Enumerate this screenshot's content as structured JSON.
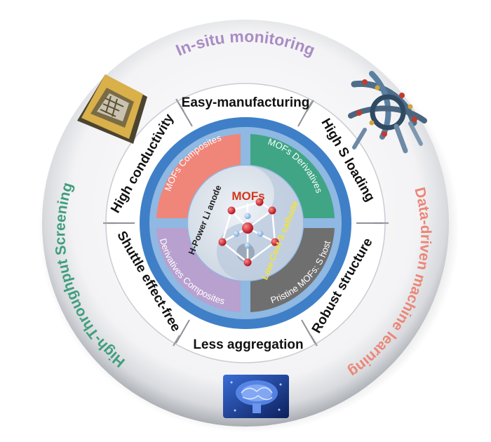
{
  "center": {
    "title": "MOFs",
    "left_text": "H-Power Li anode",
    "right_text": "Low-Cost S cathode"
  },
  "inner_quadrants": [
    {
      "label": "MOFs Composites",
      "color": "#f0857a"
    },
    {
      "label": "MOFs Derivatives",
      "color": "#3fa584"
    },
    {
      "label": "Pristine MOFs: S host",
      "color": "#6f6f6f"
    },
    {
      "label": "Derivatives Composites",
      "color": "#b8a0cf"
    }
  ],
  "properties": [
    {
      "label": "Easy-manufacturing"
    },
    {
      "label": "High S loading"
    },
    {
      "label": "Robust structure"
    },
    {
      "label": "Less aggregation"
    },
    {
      "label": "Shuttle effect-free"
    },
    {
      "label": "High conductivity"
    }
  ],
  "outer_ring": {
    "top": {
      "label": "In-situ monitoring",
      "color": "#a98cc4"
    },
    "left": {
      "label": "High-Throughput  Screening",
      "color": "#3f9e7c"
    },
    "right": {
      "label": "Data-driven machine learning",
      "color": "#ec8676"
    }
  },
  "icons": [
    "cpu-chip-icon",
    "molecular-structure-icon",
    "ai-brain-icon"
  ],
  "colors": {
    "ring_blue": "#3f7fc7",
    "light_blue": "#8fb8e2",
    "title_red": "#d4371c",
    "anode_text": "#222222",
    "cathode_text": "#f3e43a"
  }
}
